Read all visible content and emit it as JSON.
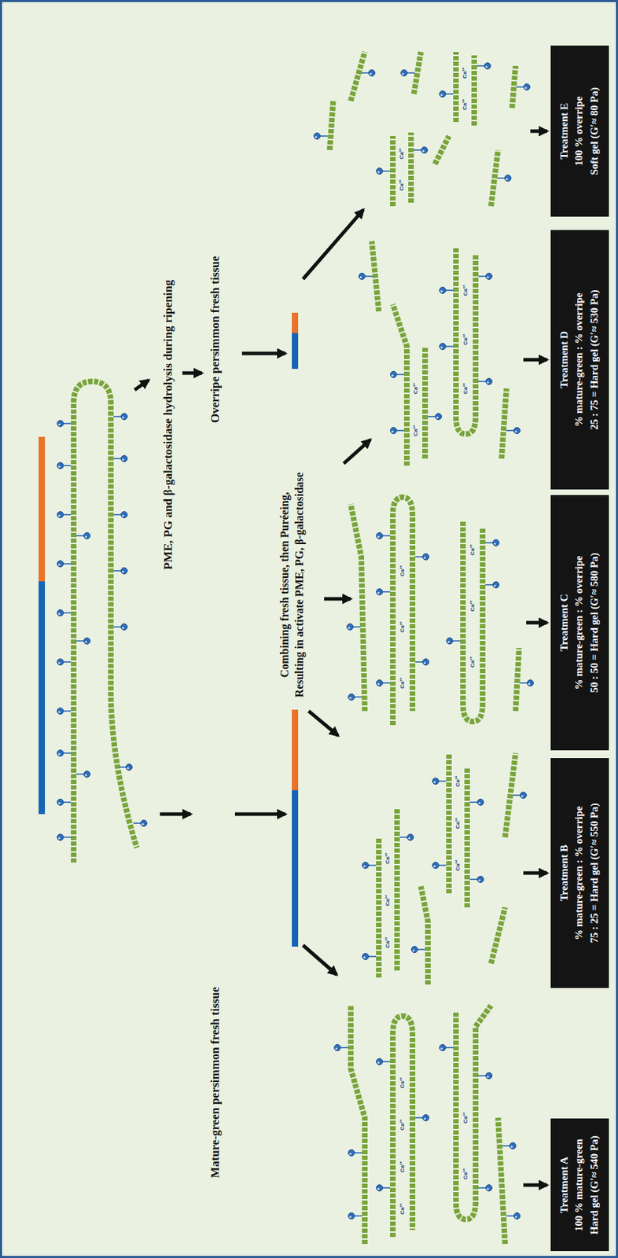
{
  "diagram": {
    "nodes": [
      {
        "text": [
          "Treatment A",
          "100 % mature-green",
          "Hard gel (G′≈ 540 Pa)"
        ]
      },
      {
        "text": [
          "Treatment B",
          "% mature-green : % overripe",
          "75 : 25 = Hard gel (G′≈ 550 Pa)"
        ]
      },
      {
        "text": [
          "Treatment C",
          "% mature-green : % overripe",
          "50 : 50 = Hard gel (G′≈ 580 Pa)"
        ]
      },
      {
        "text": [
          "Treatment D",
          "% mature-green : % overripe",
          "25 : 75 = Hard gel (G′≈ 530 Pa)"
        ]
      },
      {
        "text": [
          "Treatment E",
          "100 % overripe",
          "Soft gel (G′≈ 80 Pa)"
        ]
      }
    ],
    "labels": [
      "PME, PG and β-galactosidase hydrolysis during ripening",
      "Mature-green persimmon fresh tissue",
      "Overripe persimmon fresh tissue",
      "Combining fresh tissue, then Puréeing, Resulting in activate PME, PG, β-galactosidase",
      "Ca²⁺",
      "Ca²⁺",
      "Ca²⁺",
      "Ca²⁺",
      "Ca²⁺",
      "Ca²⁺",
      "Ca²⁺",
      "Ca²⁺",
      "Ca²⁺",
      "Ca²⁺",
      "Ca²⁺",
      "Ca²⁺",
      "Ca²⁺",
      "Ca²⁺",
      "Ca²⁺",
      "Ca²⁺",
      "Ca²⁺",
      "Ca²⁺",
      "Ca²⁺",
      "Ca²⁺",
      "Ca²⁺",
      "Ca²⁺",
      "Ca²⁺",
      "Ca²⁺",
      "Ca²⁺",
      "Ca²⁺",
      "Ca²⁺"
    ]
  }
}
